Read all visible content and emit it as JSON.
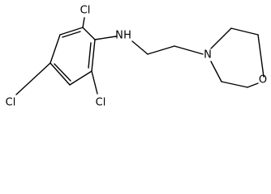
{
  "molecule": {
    "atoms": {
      "cl_top": "Cl",
      "cl_left": "Cl",
      "cl_bottom": "Cl",
      "nh": "N",
      "h": "H",
      "n_ring": "N",
      "o_ring": "O"
    }
  },
  "colors": {
    "background": "#ffffff",
    "bond": "#000000",
    "label": "#000000"
  }
}
